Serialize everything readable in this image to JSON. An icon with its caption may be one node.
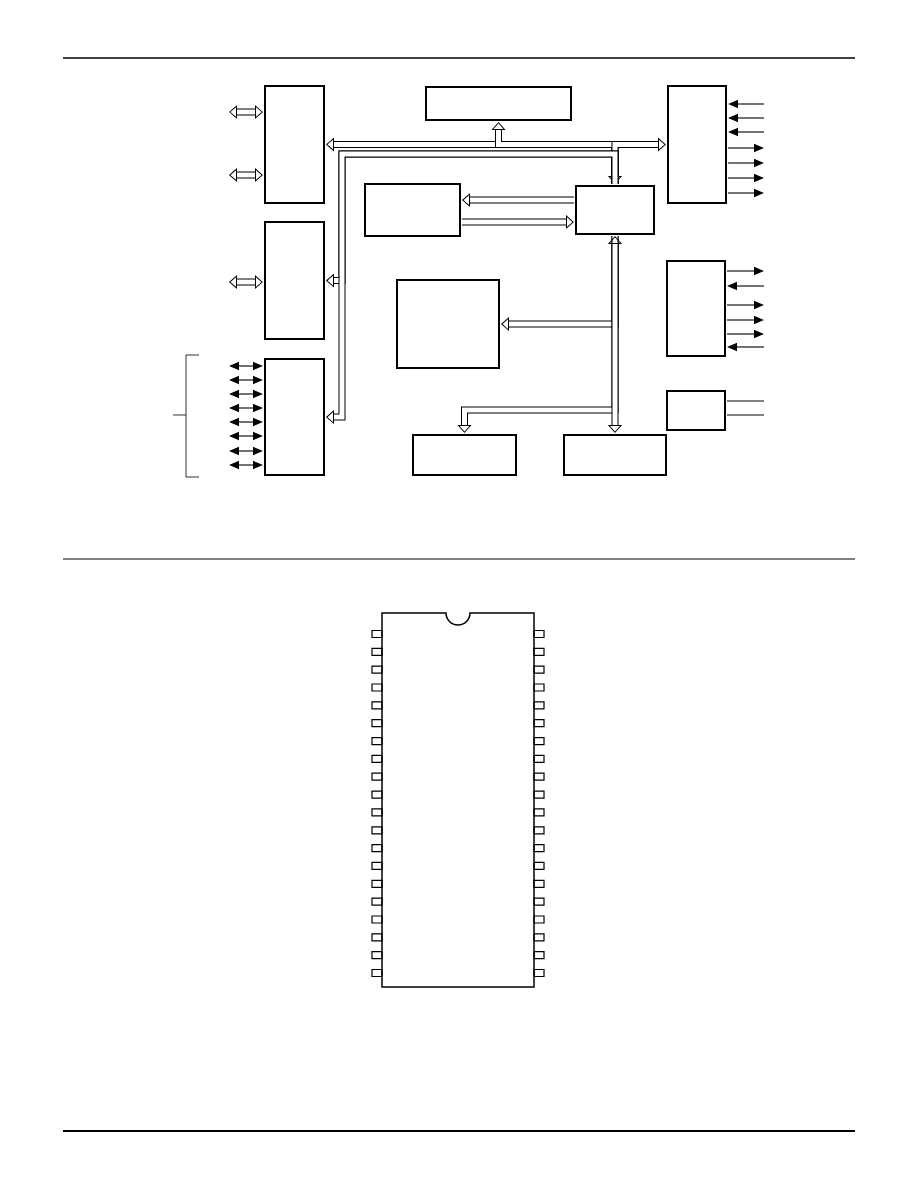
{
  "diagram": {
    "nodes": [
      {
        "text": [],
        "shape": "box"
      },
      {
        "text": [],
        "shape": "box"
      },
      {
        "text": [],
        "shape": "box"
      },
      {
        "text": [],
        "shape": "box"
      },
      {
        "text": [],
        "shape": "box"
      },
      {
        "text": [],
        "shape": "box"
      },
      {
        "text": [],
        "shape": "box"
      },
      {
        "text": [],
        "shape": "box"
      },
      {
        "text": [],
        "shape": "box"
      },
      {
        "text": [],
        "shape": "box"
      },
      {
        "text": [],
        "shape": "box"
      },
      {
        "text": [],
        "shape": "box"
      }
    ],
    "edges": [
      {
        "from": 4,
        "to": 0,
        "arrow": "both",
        "style": "thick"
      },
      {
        "from": 4,
        "to": 1,
        "arrow": "to",
        "style": "thick"
      },
      {
        "from": 4,
        "to": 2,
        "arrow": "to",
        "style": "thick"
      },
      {
        "from": 4,
        "to": 5,
        "arrow": "to",
        "style": "thick"
      },
      {
        "from": 4,
        "to": 8,
        "arrow": "to",
        "style": "thick"
      },
      {
        "from": 4,
        "to": 3,
        "arrow": "to",
        "style": "thick"
      },
      {
        "from": 3,
        "to": 4,
        "arrow": "to",
        "style": "thick"
      },
      {
        "from": 4,
        "to": 7,
        "arrow": "to",
        "style": "thick"
      },
      {
        "from": 4,
        "to": 10,
        "arrow": "to",
        "style": "thick"
      },
      {
        "from": 4,
        "to": 11,
        "arrow": "both",
        "style": "thick"
      },
      {
        "from": null,
        "to": 0,
        "arrow": "both",
        "style": "thick"
      },
      {
        "from": null,
        "to": 0,
        "arrow": "both",
        "style": "thick"
      },
      {
        "from": null,
        "to": 5,
        "arrow": "both",
        "style": "thick"
      },
      {
        "from": null,
        "to": 8,
        "arrow": "both"
      },
      {
        "from": null,
        "to": 8,
        "arrow": "both"
      },
      {
        "from": null,
        "to": 8,
        "arrow": "both"
      },
      {
        "from": null,
        "to": 8,
        "arrow": "both"
      },
      {
        "from": null,
        "to": 8,
        "arrow": "both"
      },
      {
        "from": null,
        "to": 8,
        "arrow": "both"
      },
      {
        "from": null,
        "to": 8,
        "arrow": "both"
      },
      {
        "from": null,
        "to": 8,
        "arrow": "both"
      },
      {
        "from": null,
        "to": 2,
        "arrow": "to"
      },
      {
        "from": null,
        "to": 2,
        "arrow": "to"
      },
      {
        "from": null,
        "to": 2,
        "arrow": "to"
      },
      {
        "from": 2,
        "to": null,
        "arrow": "to"
      },
      {
        "from": 2,
        "to": null,
        "arrow": "to"
      },
      {
        "from": 2,
        "to": null,
        "arrow": "to"
      },
      {
        "from": 2,
        "to": null,
        "arrow": "to"
      },
      {
        "from": 6,
        "to": null,
        "arrow": "to"
      },
      {
        "from": null,
        "to": 6,
        "arrow": "to"
      },
      {
        "from": 6,
        "to": null,
        "arrow": "to"
      },
      {
        "from": 6,
        "to": null,
        "arrow": "to"
      },
      {
        "from": 6,
        "to": null,
        "arrow": "to"
      },
      {
        "from": null,
        "to": 6,
        "arrow": "to"
      },
      {
        "from": 9,
        "to": null,
        "arrow": "none"
      },
      {
        "from": 9,
        "to": null,
        "arrow": "none"
      }
    ]
  }
}
